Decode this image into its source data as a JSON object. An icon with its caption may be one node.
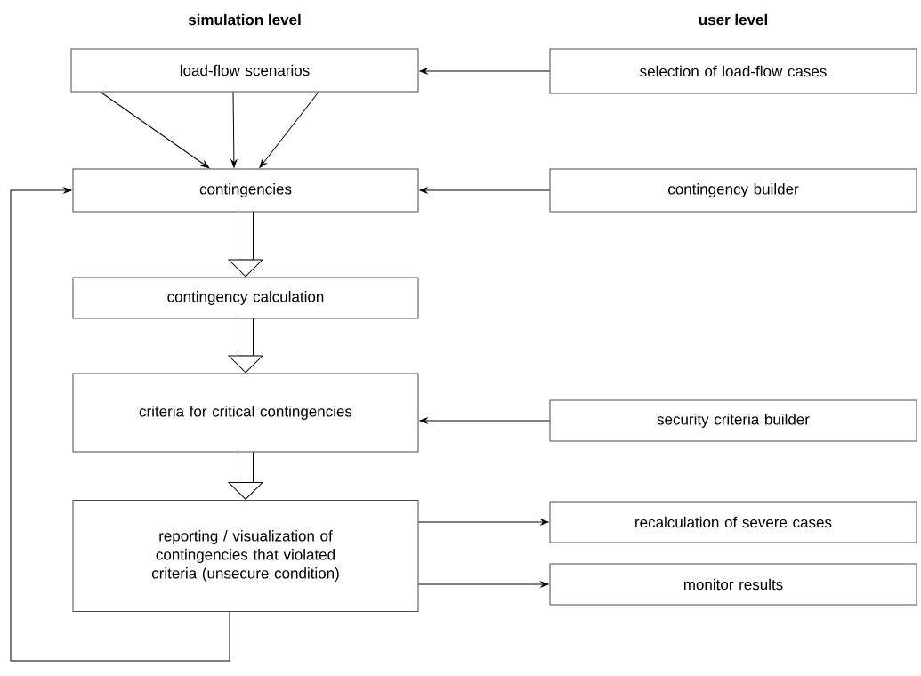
{
  "diagram": {
    "nodes": [
      {
        "text": [
          "load-flow scenarios"
        ]
      },
      {
        "text": [
          "selection of load-flow cases"
        ]
      },
      {
        "text": [
          "contingencies"
        ]
      },
      {
        "text": [
          "contingency builder"
        ]
      },
      {
        "text": [
          "contingency calculation"
        ]
      },
      {
        "text": [
          "criteria for critical contingencies"
        ]
      },
      {
        "text": [
          "security criteria builder"
        ]
      },
      {
        "text": [
          "reporting / visualization of contingencies that violated criteria (unsecure condition)"
        ]
      },
      {
        "text": [
          "recalculation of severe cases"
        ]
      },
      {
        "text": [
          "monitor results"
        ]
      }
    ],
    "edges": [
      {
        "from": 1,
        "to": 0,
        "arrow": "to"
      },
      {
        "from": 0,
        "to": 2,
        "arrow": "to"
      },
      {
        "from": 0,
        "to": 2,
        "arrow": "to"
      },
      {
        "from": 0,
        "to": 2,
        "arrow": "to"
      },
      {
        "from": 3,
        "to": 2,
        "arrow": "to"
      },
      {
        "from": 2,
        "to": 4,
        "arrow": "to",
        "style": "thick"
      },
      {
        "from": 4,
        "to": 5,
        "arrow": "to",
        "style": "thick"
      },
      {
        "from": 5,
        "to": 7,
        "arrow": "to",
        "style": "thick"
      },
      {
        "from": 6,
        "to": 5,
        "arrow": "to"
      },
      {
        "from": 7,
        "to": 8,
        "arrow": "to"
      },
      {
        "from": 7,
        "to": 9,
        "arrow": "to"
      },
      {
        "from": 7,
        "to": 2,
        "arrow": "to"
      }
    ],
    "labels": [
      "simulation level",
      "user level"
    ]
  }
}
